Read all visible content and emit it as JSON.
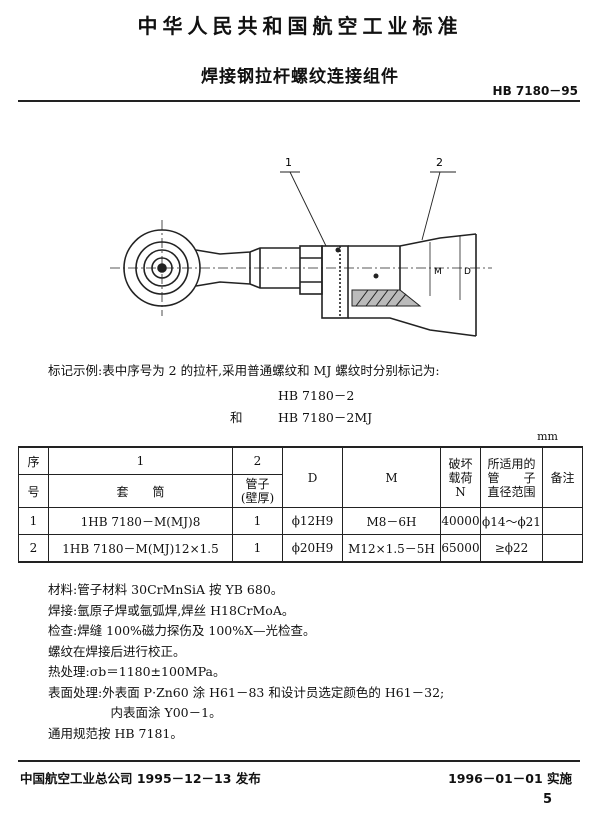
{
  "header": {
    "org_title": "中华人民共和国航空工业标准",
    "doc_title": "焊接钢拉杆螺纹连接组件",
    "std_number": "HB 7180－95"
  },
  "figure": {
    "callout_1": "1",
    "callout_2": "2",
    "dim_M": "M",
    "dim_D": "D"
  },
  "example": {
    "text": "标记示例:表中序号为 2 的拉杆,采用普通螺纹和 MJ 螺纹时分别标记为:",
    "line1": "HB 7180－2",
    "and": "和",
    "line2": "HB 7180－2MJ"
  },
  "table": {
    "unit": "mm",
    "headers": {
      "seq_top": "序",
      "seq_bottom": "号",
      "col1": "1",
      "col2": "2",
      "sleeve": "套　　筒",
      "tube": "管子\n(壁厚)",
      "D": "D",
      "M": "M",
      "load": "破坏\n载荷\nN",
      "dia_range": "所适用的\n管　　子\n直径范围",
      "remark": "备注"
    },
    "rows": [
      {
        "seq": "1",
        "sleeve": "1HB 7180－M(MJ)8",
        "tube": "1",
        "D": "ϕ12H9",
        "M": "M8－6H",
        "load": "40000",
        "range": "ϕ14～ϕ21",
        "remark": ""
      },
      {
        "seq": "2",
        "sleeve": "1HB 7180－M(MJ)12×1.5",
        "tube": "1",
        "D": "ϕ20H9",
        "M": "M12×1.5－5H",
        "load": "65000",
        "range": "≥ϕ22",
        "remark": ""
      }
    ]
  },
  "notes": [
    "材料:管子材料 30CrMnSiA 按 YB 680。",
    "焊接:氩原子焊或氩弧焊,焊丝 H18CrMoA。",
    "检查:焊缝 100%磁力探伤及 100%X—光检查。",
    "螺纹在焊接后进行校正。",
    "热处理:σb＝1180±100MPa。",
    "表面处理:外表面 P·Zn60 涂 H61－83 和设计员选定颜色的 H61－32;",
    "　　　　　内表面涂 Y00－1。",
    "通用规范按 HB 7181。"
  ],
  "footer": {
    "issuer": "中国航空工业总公司 1995－12－13 发布",
    "effective": "1996－01－01 实施",
    "page": "5"
  }
}
